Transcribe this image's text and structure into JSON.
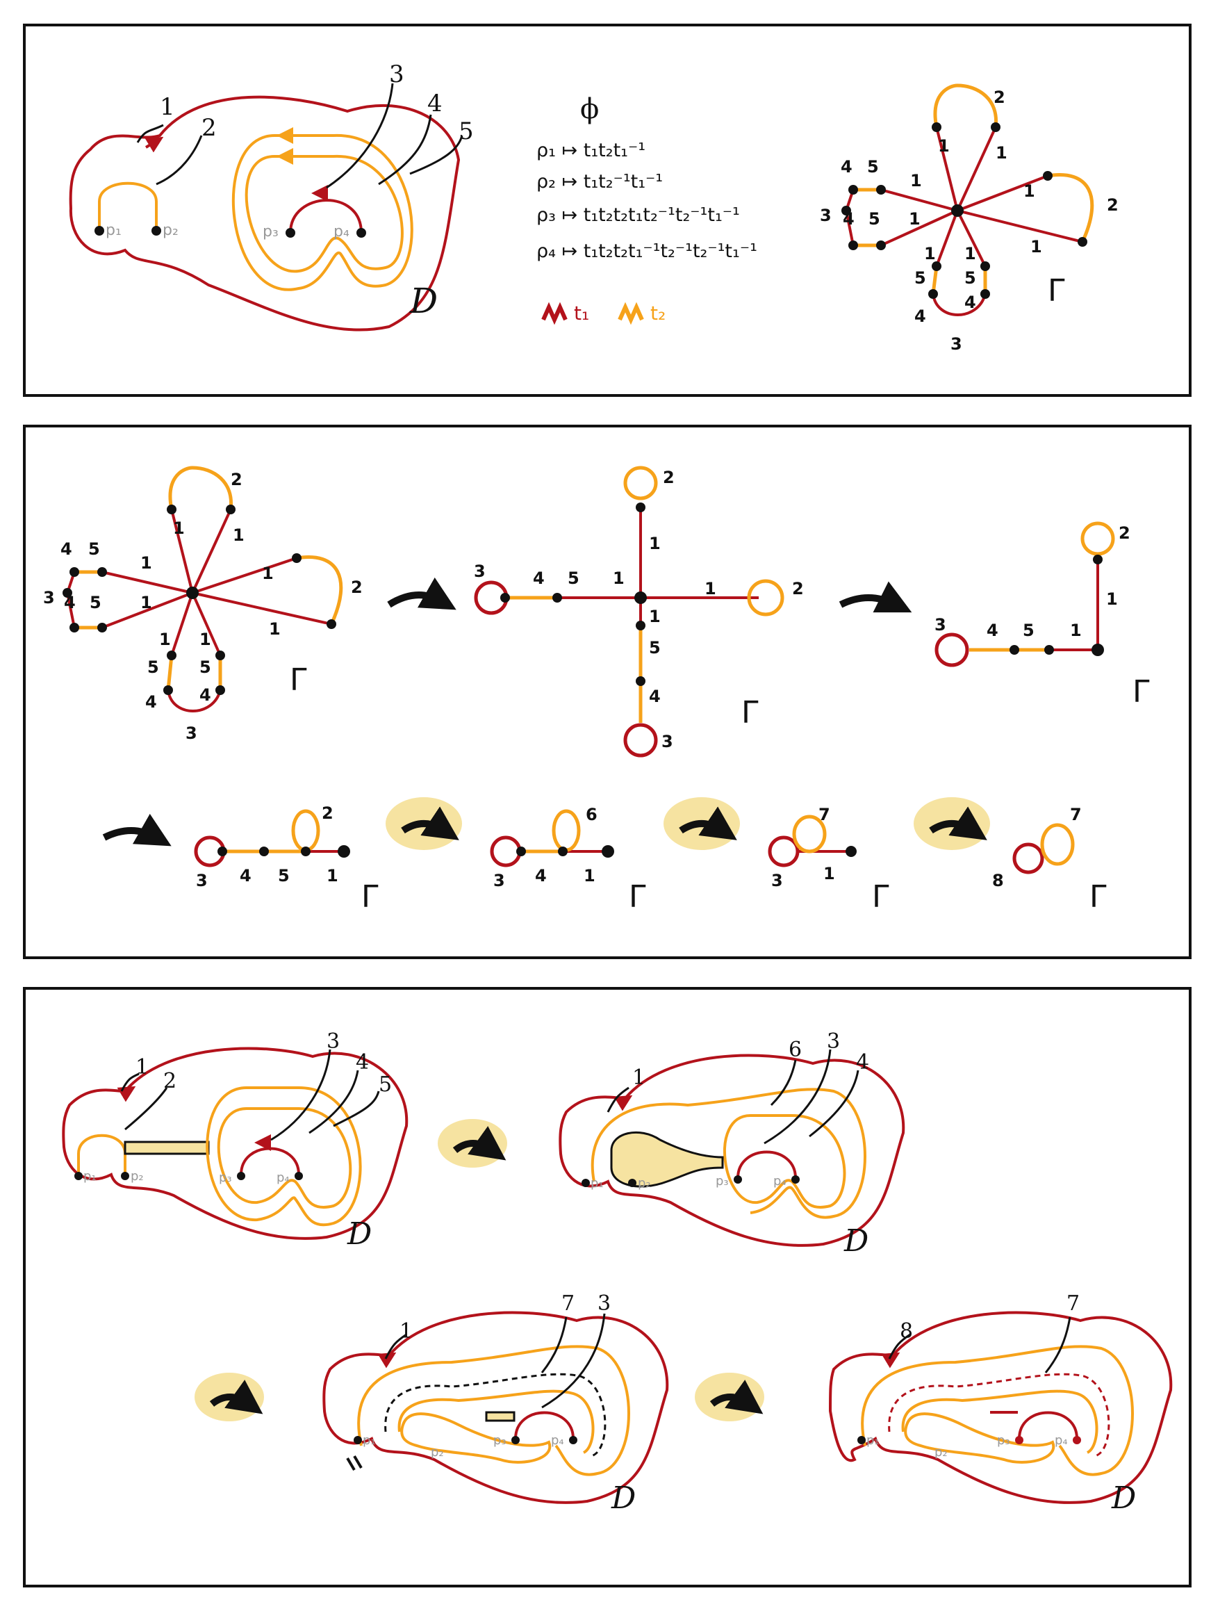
{
  "colors": {
    "red": "#b3121b",
    "orange": "#f6a21a",
    "highlight": "#f6e3a1",
    "ink": "#111111",
    "gray": "#9a9a9a"
  },
  "panel1": {
    "disk_label": "D",
    "punctures": [
      "p₁",
      "p₂",
      "p₃",
      "p₄"
    ],
    "arc_labels": [
      "1",
      "2",
      "3",
      "4",
      "5"
    ],
    "phi_symbol": "ϕ",
    "map_lines": [
      "ρ₁ ↦ t₁t₂t₁⁻¹",
      "ρ₂ ↦ t₁t₂⁻¹t₁⁻¹",
      "ρ₃ ↦ t₁t₂t₂t₁t₂⁻¹t₂⁻¹t₁⁻¹",
      "ρ₄ ↦ t₁t₂t₂t₁⁻¹t₂⁻¹t₂⁻¹t₁⁻¹"
    ],
    "legend": [
      "t₁",
      "t₂"
    ],
    "graph_label": "Γ",
    "graph_numbers": [
      "2",
      "1",
      "1",
      "1",
      "2",
      "1",
      "4",
      "5",
      "1",
      "3",
      "4",
      "5",
      "1",
      "1",
      "1",
      "5",
      "5",
      "4",
      "4",
      "3"
    ]
  },
  "panel2": {
    "graph_label": "Γ",
    "g1_numbers": [
      "2",
      "1",
      "1",
      "1",
      "2",
      "1",
      "4",
      "5",
      "1",
      "3",
      "4",
      "5",
      "1",
      "1",
      "1",
      "5",
      "5",
      "4",
      "4",
      "3"
    ],
    "g2_numbers": [
      "2",
      "1",
      "3",
      "4",
      "5",
      "1",
      "1",
      "2",
      "1",
      "5",
      "4",
      "3"
    ],
    "g3_numbers": [
      "2",
      "1",
      "3",
      "4",
      "5",
      "1"
    ],
    "g4_numbers": [
      "2",
      "3",
      "4",
      "5",
      "1"
    ],
    "g5_numbers": [
      "6",
      "3",
      "4",
      "1"
    ],
    "g6_numbers": [
      "7",
      "3",
      "1"
    ],
    "g7_numbers": [
      "8",
      "7"
    ]
  },
  "panel3": {
    "disk_label": "D",
    "punctures": [
      "p₁",
      "p₂",
      "p₃",
      "p₄"
    ],
    "d1_labels": [
      "1",
      "2",
      "3",
      "4",
      "5"
    ],
    "d2_labels": [
      "1",
      "6",
      "3",
      "4"
    ],
    "d3_labels": [
      "1",
      "7",
      "3"
    ],
    "d4_labels": [
      "8",
      "7"
    ]
  }
}
